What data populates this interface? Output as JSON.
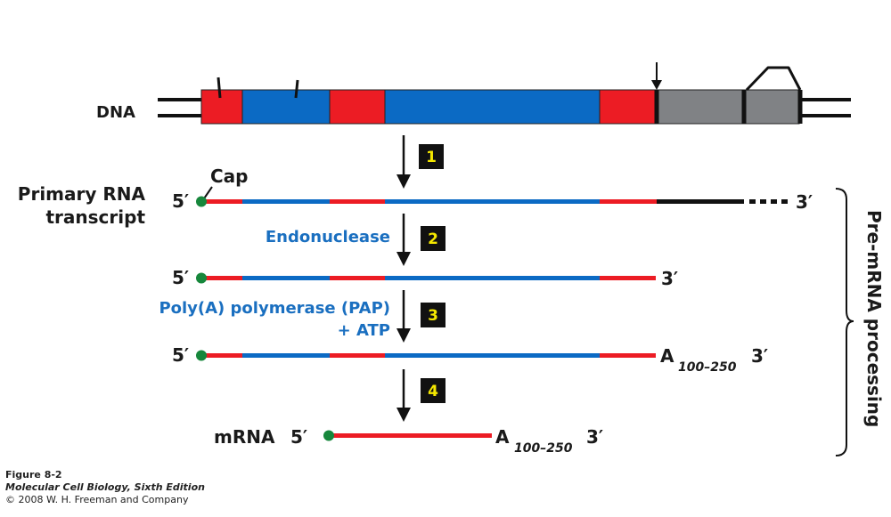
{
  "colors": {
    "exon": "#ec1c24",
    "intron": "#0b6ac4",
    "downstream": "#808285",
    "cap": "#17873c",
    "label_blue": "#1a6fc0",
    "step_box": "#111111",
    "step_num": "#f5e800"
  },
  "labels": {
    "dna": "DNA",
    "primary_line1": "Primary RNA",
    "primary_line2": "transcript",
    "cap": "Cap",
    "five_prime": "5′",
    "three_prime": "3′",
    "endonuclease": "Endonuclease",
    "pap": "Poly(A) polymerase (PAP)",
    "atp": "+ ATP",
    "polyA": "A",
    "polyA_sub": "100–250",
    "mrna": "mRNA",
    "bracket": "Pre-mRNA processing"
  },
  "steps": [
    "1",
    "2",
    "3",
    "4"
  ],
  "dna_segments": [
    {
      "type": "exon"
    },
    {
      "type": "intron"
    },
    {
      "type": "exon"
    },
    {
      "type": "intron"
    },
    {
      "type": "exon"
    },
    {
      "type": "downstream"
    },
    {
      "type": "downstream"
    }
  ],
  "caption": {
    "figure": "Figure 8-2",
    "book": "Molecular Cell Biology, Sixth Edition",
    "copyright": "© 2008 W. H. Freeman and Company"
  }
}
